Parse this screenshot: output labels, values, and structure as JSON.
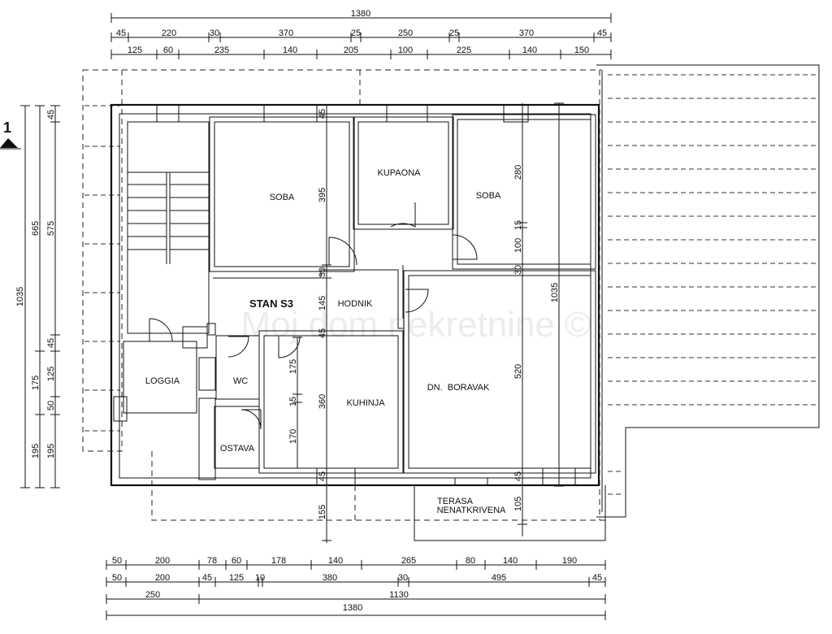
{
  "title": "STAN S3",
  "watermark": "Moj dom nekretnine ©",
  "section_marker": "1",
  "rooms": {
    "soba_left": "SOBA",
    "kupaona": "KUPAONA",
    "soba_right": "SOBA",
    "hodnik": "HODNIK",
    "loggia": "LOGGIA",
    "wc": "WC",
    "ostava": "OSTAVA",
    "kuhinja": "KUHINJA",
    "boravak": "DN.  BORAVAK",
    "terasa_1": "TERASA",
    "terasa_2": "NENATKRIVENA"
  },
  "dims_top": {
    "row1": [
      "1380"
    ],
    "row2": [
      "45",
      "220",
      "30",
      "370",
      "25",
      "250",
      "25",
      "370",
      "45"
    ],
    "row3": [
      "125",
      "60",
      "235",
      "140",
      "205",
      "100",
      "225",
      "140",
      "150"
    ]
  },
  "dims_bottom": {
    "row1": [
      "50",
      "200",
      "78",
      "60",
      "178",
      "140",
      "265",
      "80",
      "140",
      "190"
    ],
    "row2": [
      "50",
      "200",
      "45",
      "125",
      "10",
      "380",
      "30",
      "495",
      "45"
    ],
    "row3": [
      "250",
      "1130"
    ],
    "row4": [
      "1380"
    ]
  },
  "dims_left": {
    "outer": [
      "1035"
    ],
    "middle": [
      "665",
      "175",
      "195"
    ],
    "inner": [
      "45",
      "575",
      "45",
      "125",
      "50",
      "195"
    ]
  },
  "dims_interior": {
    "v1": [
      "45",
      "395",
      "30",
      "145",
      "45",
      "360",
      "45",
      "155"
    ],
    "v2": [
      "175",
      "15",
      "170"
    ],
    "v3": [
      "280",
      "15",
      "100",
      "30",
      "520",
      "45",
      "105"
    ],
    "v4": [
      "1035"
    ]
  }
}
